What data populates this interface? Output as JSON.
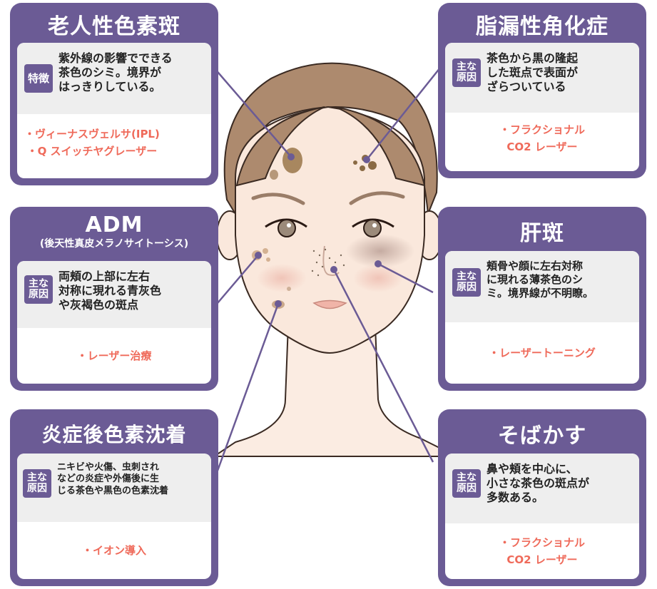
{
  "colors": {
    "card": "#6b5b95",
    "accent": "#ef6a5a",
    "desc_bg": "#eeeeee",
    "skin": "#fae8dc",
    "hair": "#ad8a6e"
  },
  "cards": {
    "senile_lentigo": {
      "title": "老人性色素斑",
      "tag": "特徴",
      "desc": "紫外線の影響でできる\n茶色のシミ。境界が\nはっきりしている。",
      "treatments": "・ヴィーナスヴェルサ(IPL)\n・Q スイッチヤグレーザー"
    },
    "seborrheic_keratosis": {
      "title": "脂漏性角化症",
      "tag": "主な\n原因",
      "desc": "茶色から黒の隆起\nした斑点で表面が\nざらついている",
      "treatments": "・フラクショナル\nCO2 レーザー"
    },
    "adm": {
      "title": "ADM",
      "subtitle": "(後天性真皮メラノサイトーシス)",
      "tag": "主な\n原因",
      "desc": "両頬の上部に左右\n対称に現れる青灰色\nや灰褐色の斑点",
      "treatments": "・レーザー治療"
    },
    "melasma": {
      "title": "肝斑",
      "tag": "主な\n原因",
      "desc": "頬骨や顔に左右対称\nに現れる薄茶色のシ\nミ。境界線が不明瞭。",
      "treatments": "・レーザートーニング"
    },
    "pih": {
      "title": "炎症後色素沈着",
      "tag": "主な\n原因",
      "desc": "ニキビや火傷、虫刺され\nなどの炎症や外傷後に生\nじる茶色や黒色の色素沈着",
      "treatments": "・イオン導入"
    },
    "freckles": {
      "title": "そばかす",
      "tag": "主な\n原因",
      "desc": "鼻や頬を中心に、\n小さな茶色の斑点が\n多数ある。",
      "treatments": "・フラクショナル\nCO2 レーザー"
    }
  }
}
